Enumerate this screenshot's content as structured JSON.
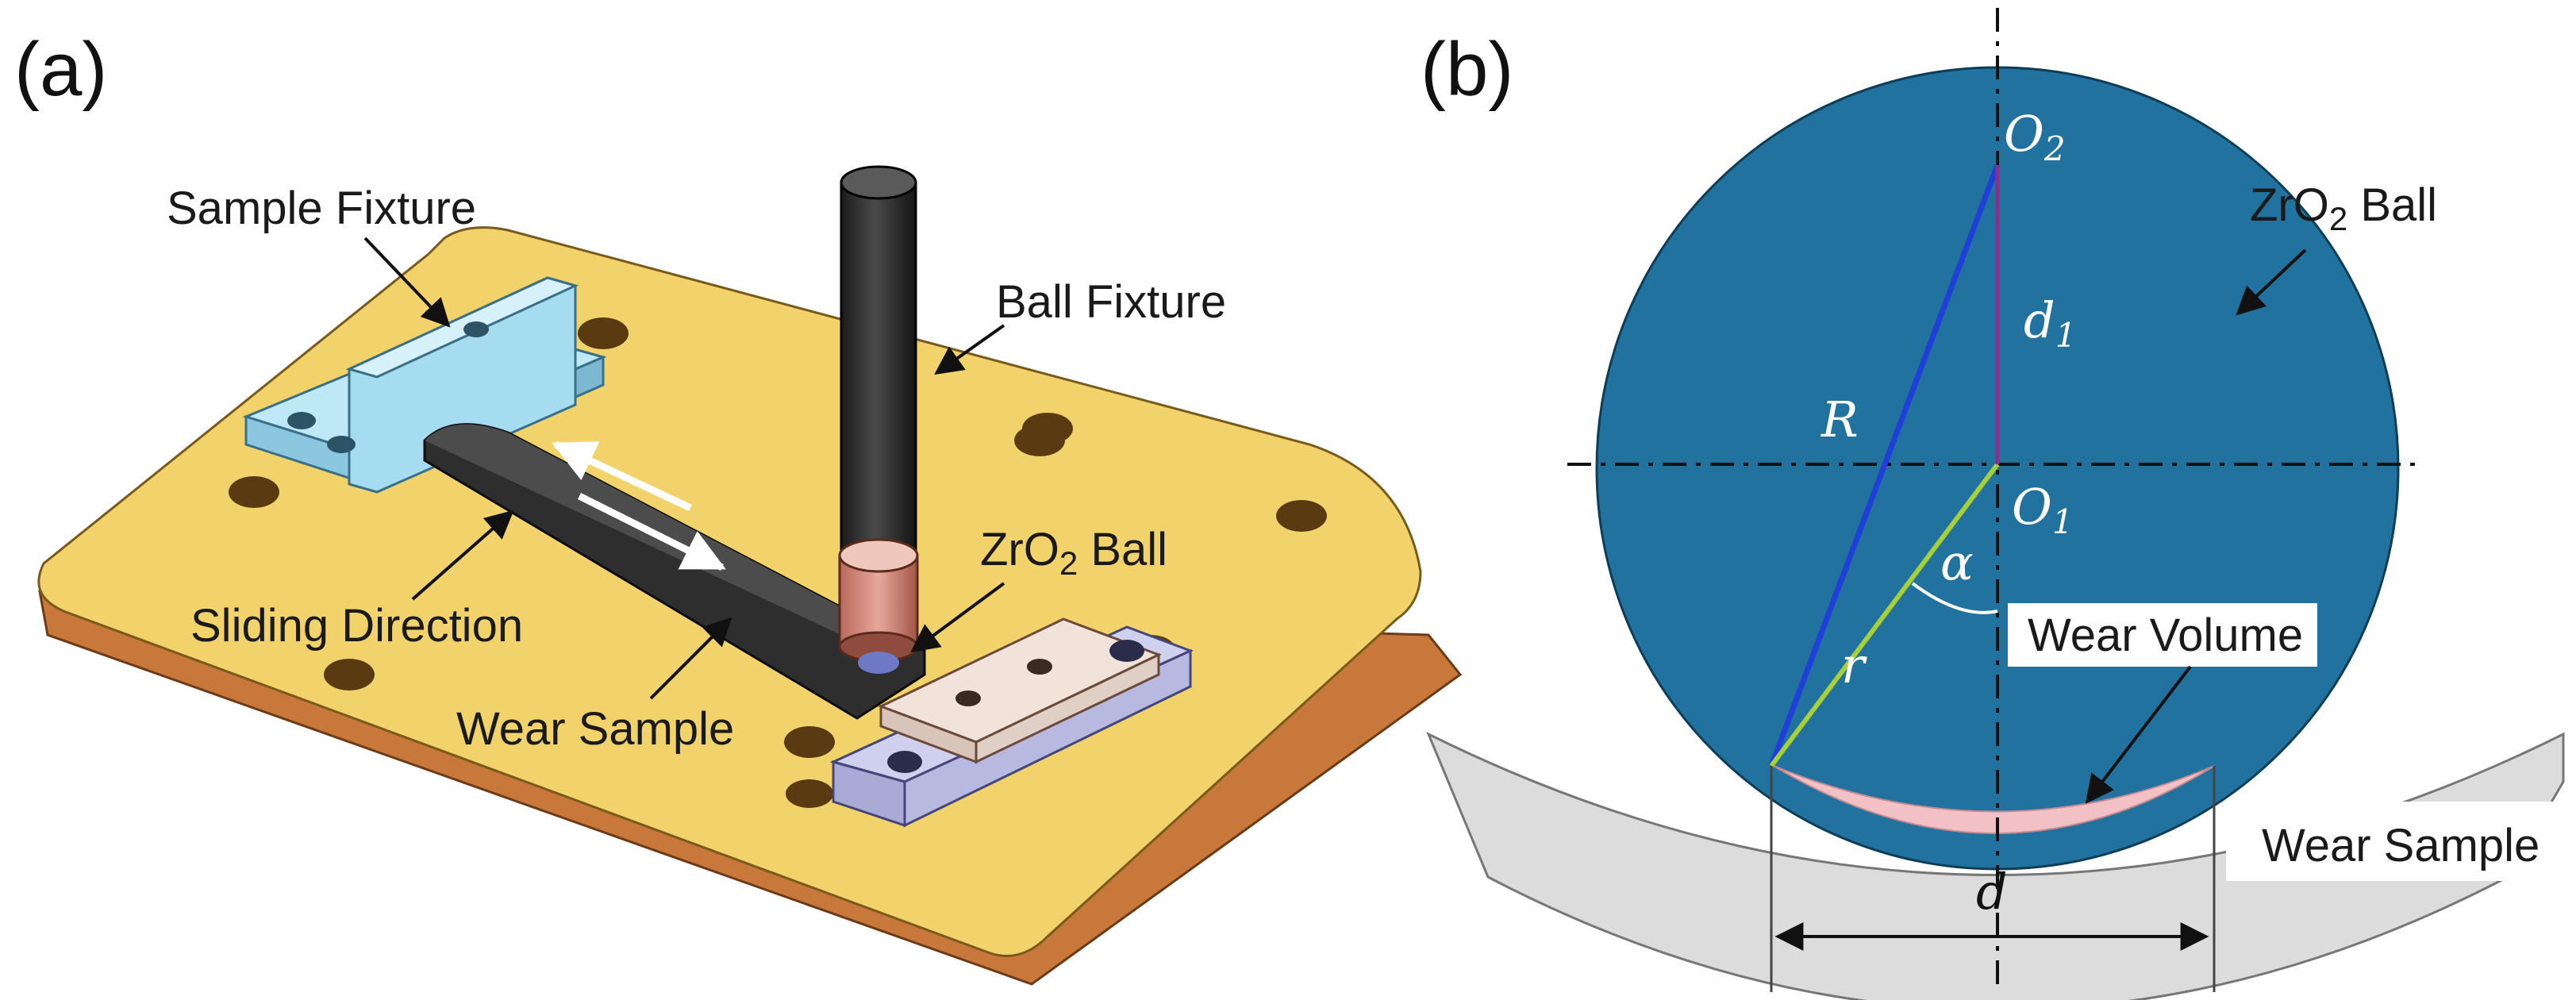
{
  "panel_a": {
    "label": "(a)",
    "callouts": {
      "sample_fixture": "Sample Fixture",
      "ball_fixture": "Ball Fixture",
      "zro2_ball_main": "ZrO",
      "zro2_ball_sub": "2",
      "zro2_ball_tail": " Ball",
      "sliding_direction": "Sliding Direction",
      "wear_sample": "Wear Sample"
    }
  },
  "panel_b": {
    "label": "(b)",
    "symbols": {
      "o2_main": "O",
      "o2_sub": "2",
      "o1_main": "O",
      "o1_sub": "1",
      "d1_main": "d",
      "d1_sub": "1",
      "R": "R",
      "r": "r",
      "alpha": "α",
      "d": "d"
    },
    "callouts": {
      "zro2_ball_main": "ZrO",
      "zro2_ball_sub": "2",
      "zro2_ball_tail": " Ball",
      "wear_volume": "Wear Volume",
      "wear_sample": "Wear Sample"
    }
  },
  "colors": {
    "base_plate": "#f2d36b",
    "plate_edge": "#c8783a",
    "sample_fixture": "#a6dcef",
    "ball": "#21729f",
    "wear_sample_b": "#dcdcdc",
    "wear_volume": "#f2c1c6",
    "radius_R": "#1f3fd8",
    "radius_r": "#a6cf3a",
    "distance_d1": "#8a2f8a"
  }
}
